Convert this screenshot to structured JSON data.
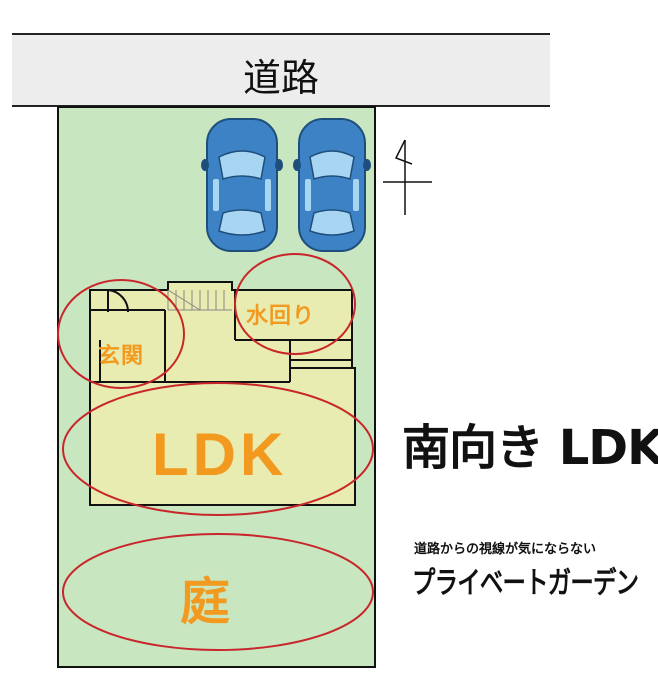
{
  "road": {
    "label": "道路"
  },
  "rooms": {
    "genkan": "玄関",
    "water": "水回り",
    "ldk": "LDK",
    "garden": "庭"
  },
  "captions": {
    "south_ldk": "南向き LDK",
    "sub": "道路からの視線が気にならない",
    "private_garden": "プライベートガーデン"
  },
  "colors": {
    "lot": "#c8e6c0",
    "building": "#e8ecb0",
    "highlight_ring": "#c8262b",
    "label_accent": "#f29a1f",
    "car": "#3d82c4"
  },
  "icons": [
    "car-icon",
    "north-arrow-icon"
  ]
}
